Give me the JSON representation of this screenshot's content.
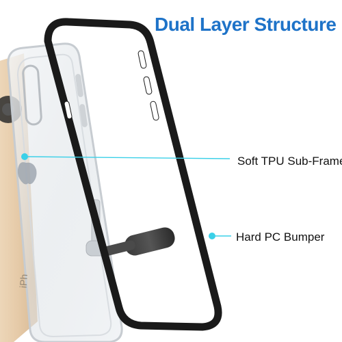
{
  "title": "Dual Layer Structure",
  "callouts": {
    "tpu_label": "Soft TPU Sub-Frame",
    "pc_label": "Hard PC Bumper"
  },
  "phone_text": "iPh",
  "colors": {
    "title_blue": "#1e73c8",
    "callout_cyan": "#3ad0e8",
    "bumper_black": "#1a1a1a",
    "phone_gold": "#e9d2b4",
    "background": "#ffffff"
  },
  "icons": {
    "tpu_marker": "dot-icon",
    "pc_marker": "dot-icon",
    "apple_logo": "apple-logo-icon"
  }
}
